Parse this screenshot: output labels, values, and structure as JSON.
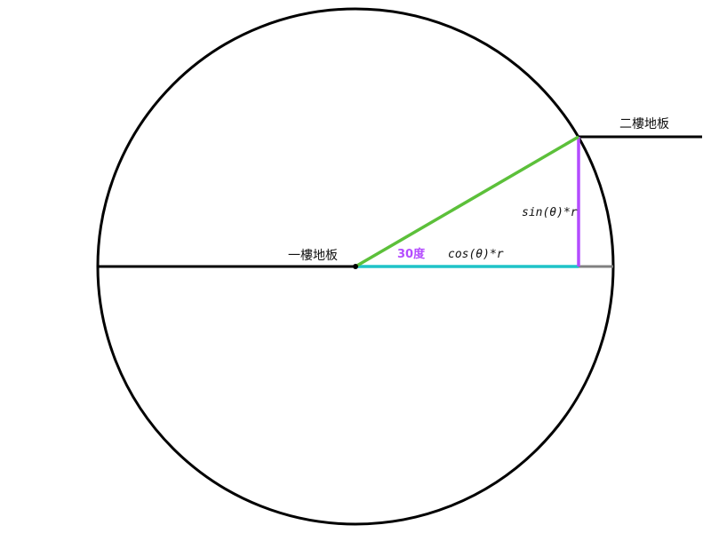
{
  "labels": {
    "first_floor": "一樓地板",
    "second_floor": "二樓地板",
    "sin_formula": "sin(θ)*r",
    "cos_formula": "cos(θ)*r",
    "angle": "30度"
  },
  "geometry_model": {
    "angle_degrees": 30
  },
  "colors": {
    "circle": "#000000",
    "floor": "#000000",
    "hypotenuse": "#5cc03a",
    "adjacent": "#1fc3c8",
    "opposite": "#b44cff",
    "remainder": "#808080",
    "angle_label": "#b44cff"
  }
}
